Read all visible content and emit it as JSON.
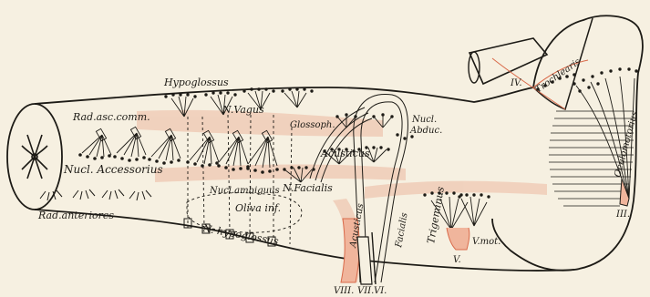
{
  "colors": {
    "background": "#f6f0e1",
    "ink": "#1d1b16",
    "highlight": "#d96a4a"
  },
  "labels": {
    "rad_asc_comm": "Rad.asc.comm.",
    "nucl_accessorius": "Nucl. Accessorius",
    "rad_anteriores": "Rad.anteriores",
    "hypoglossus_top": "Hypoglossus",
    "n_vagus": "N.Vagus",
    "glossoph": "Glossoph.",
    "nucl_abduc_1": "Nucl.",
    "nucl_abduc_2": "Abduc.",
    "acusticus_upper": "Acusticus",
    "nucl_ambiguus": "Nucl.ambiguus",
    "n_facialis": "N.Facialis",
    "oliva_inf": "Oliva inf.",
    "n_hypoglossus": "N. hypoglossus",
    "acusticus_lower": "Acusticus",
    "facialis": "Facialis",
    "trigeminus": "Trigeminus",
    "v_mot": "V.mot.",
    "trochlearis": "Trochlearis",
    "oculomotorius": "Oculomotorius",
    "iv": "IV.",
    "iii": "III.",
    "v": "V.",
    "viii": "VIII.",
    "vii": "VII.",
    "vi": "VI."
  }
}
